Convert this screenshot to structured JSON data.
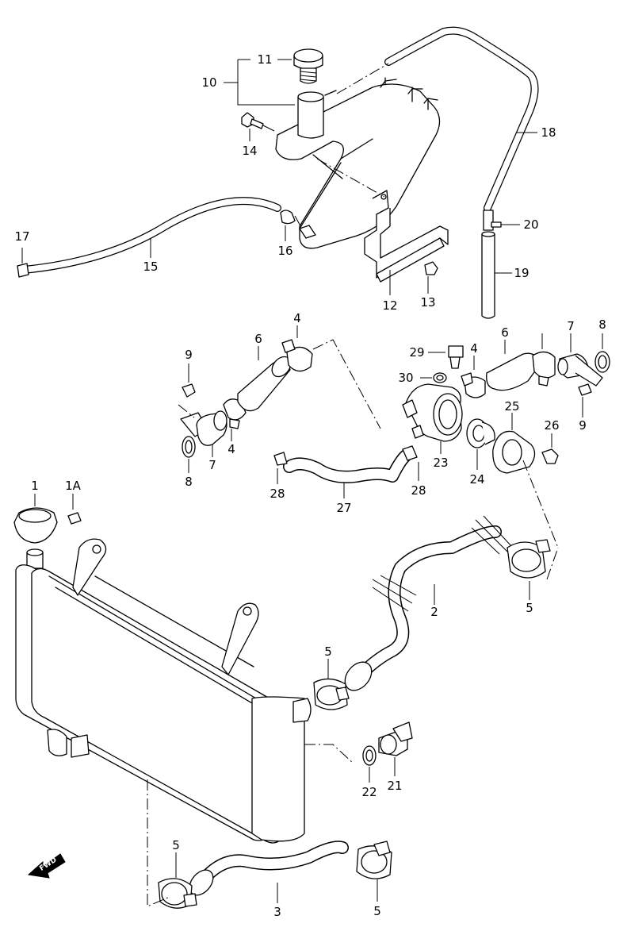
{
  "labels": {
    "p1": "1",
    "p1a": "1A",
    "p2": "2",
    "p3": "3",
    "p4a": "4",
    "p4b": "4",
    "p4c": "4",
    "p5a": "5",
    "p5b": "5",
    "p5c": "5",
    "p5d": "5",
    "p6a": "6",
    "p6b": "6",
    "p7a": "7",
    "p7b": "7",
    "p8a": "8",
    "p8b": "8",
    "p9a": "9",
    "p9b": "9",
    "p10": "10",
    "p11": "11",
    "p12": "12",
    "p13": "13",
    "p14": "14",
    "p15": "15",
    "p16": "16",
    "p17": "17",
    "p18": "18",
    "p19": "19",
    "p20": "20",
    "p21": "21",
    "p22": "22",
    "p23": "23",
    "p24": "24",
    "p25": "25",
    "p26": "26",
    "p27": "27",
    "p28a": "28",
    "p28b": "28",
    "p29": "29",
    "p30": "30"
  },
  "fwd_badge": "FWD"
}
